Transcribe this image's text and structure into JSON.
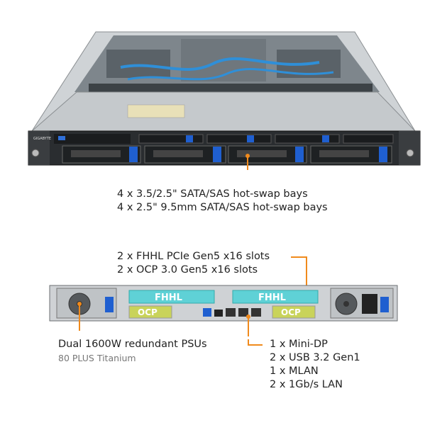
{
  "front": {
    "brand": "GIGABYTE",
    "bays_line1": "4 x 3.5/2.5\" SATA/SAS hot-swap bays",
    "bays_line2": "4 x 2.5\" 9.5mm SATA/SAS hot-swap bays"
  },
  "rear": {
    "pcie_line1": "2 x FHHL PCIe Gen5 x16 slots",
    "pcie_line2": "2 x OCP 3.0 Gen5 x16 slots",
    "fhhl_label": "FHHL",
    "ocp_label": "OCP",
    "psu_title": "Dual 1600W redundant PSUs",
    "psu_subtitle": "80 PLUS Titanium",
    "io": [
      "1 x Mini-DP",
      "2 x USB 3.2 Gen1",
      "1 x MLAN",
      "2 x 1Gb/s LAN"
    ]
  },
  "colors": {
    "accent": "#f08a1c",
    "fhhl": "#5fd1d6",
    "ocp": "#c9d35a",
    "drive_latch": "#1f5fd0"
  }
}
